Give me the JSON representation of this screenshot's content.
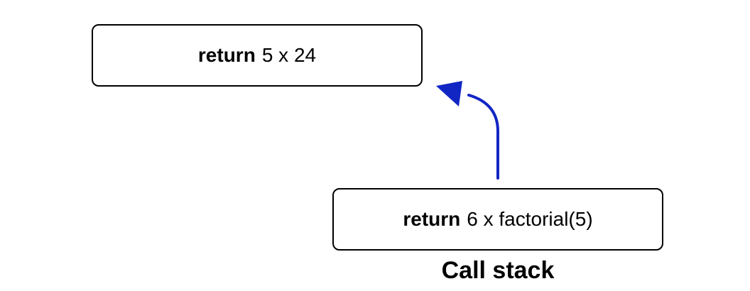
{
  "colors": {
    "arrow": "#1226c4",
    "border": "#000000"
  },
  "frames": [
    {
      "keyword": "return",
      "expression": "5 x 24"
    },
    {
      "keyword": "return",
      "expression": "6 x factorial(5)"
    }
  ],
  "label": "Call stack"
}
